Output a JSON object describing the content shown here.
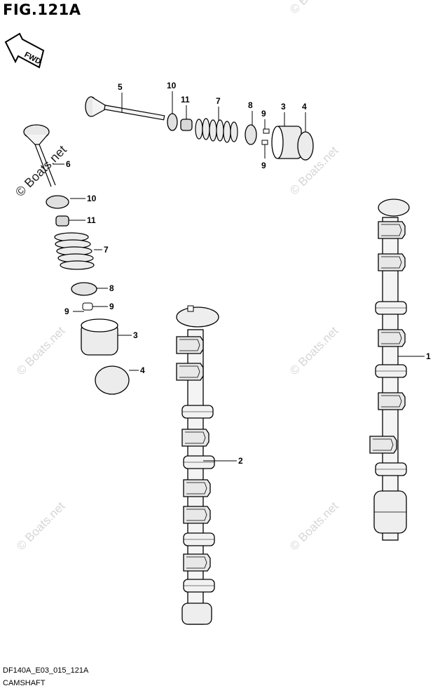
{
  "figure": {
    "title": "FIG.121A",
    "fwd_label": "FWD",
    "code": "DF140A_E03_015_121A",
    "name": "CAMSHAFT"
  },
  "watermark": {
    "text": "© Boats.net",
    "color": "#d6d6d6"
  },
  "callouts": [
    {
      "id": "c5",
      "num": "5"
    },
    {
      "id": "c10a",
      "num": "10"
    },
    {
      "id": "c11a",
      "num": "11"
    },
    {
      "id": "c7a",
      "num": "7"
    },
    {
      "id": "c8a",
      "num": "8"
    },
    {
      "id": "c9a",
      "num": "9"
    },
    {
      "id": "c3a",
      "num": "3"
    },
    {
      "id": "c4a",
      "num": "4"
    },
    {
      "id": "c9b",
      "num": "9"
    },
    {
      "id": "c6",
      "num": "6"
    },
    {
      "id": "c10b",
      "num": "10"
    },
    {
      "id": "c11b",
      "num": "11"
    },
    {
      "id": "c7b",
      "num": "7"
    },
    {
      "id": "c8b",
      "num": "8"
    },
    {
      "id": "c9c",
      "num": "9"
    },
    {
      "id": "c9d",
      "num": "9"
    },
    {
      "id": "c3b",
      "num": "3"
    },
    {
      "id": "c4b",
      "num": "4"
    },
    {
      "id": "c1",
      "num": "1"
    },
    {
      "id": "c2",
      "num": "2"
    }
  ]
}
